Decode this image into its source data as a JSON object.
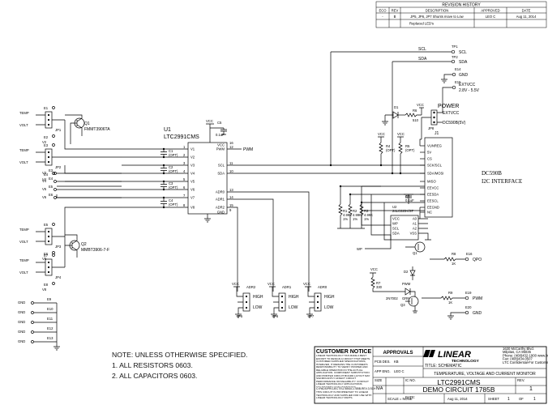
{
  "revision_history": {
    "title": "REVISION HISTORY",
    "columns": [
      "ECO",
      "REV",
      "DESCRIPTION",
      "APPROVED",
      "DATE"
    ],
    "row": {
      "eco": "-",
      "rev": "B",
      "description": "JP5, JP6, JP7 Shunts move to Low",
      "approved": "LEO C",
      "date": "Aug 11, 2014"
    },
    "note": "Replaced LED's"
  },
  "top_right": {
    "scl_label": "SCL",
    "scl_tp": "TP1",
    "sda_label": "SDA",
    "sda_tp": "TP2",
    "gnd_label": "GND",
    "gnd_ref": "E14",
    "extvcc_ref": "E15",
    "extvcc_label": "EXTVCC",
    "extvcc_range": "2.8V - 5.5V",
    "power_title": "POWER",
    "power_ext": "EXTVCC",
    "power_dc": "DC590B(5V)",
    "power_jp": "JP8",
    "d1": "D1",
    "r6": "R6",
    "r6_val": "510",
    "vcc": "VCC",
    "j1": "J1",
    "dc590_line1": "DC590B",
    "dc590_line2": "I2C INTERFACE",
    "j1_pins": [
      "VUNREG",
      "5V",
      "CS",
      "SCK/SCL",
      "SDA/MOSI",
      "MISO",
      "EEVCC",
      "EESDA",
      "EESCL",
      "EEGND",
      "NC"
    ],
    "r4": "R4",
    "r4_opt": "(OPT)",
    "r5": "R5",
    "r5_opt": "(OPT)",
    "scl_net": "SCL",
    "sda_net": "SDA"
  },
  "eeprom": {
    "ref": "U2",
    "part": "24LC025-I/ST",
    "pins_left": [
      "VCC",
      "WP",
      "SCL",
      "SDA"
    ],
    "pins_right": [
      "A0",
      "A1",
      "A2",
      "VSS"
    ],
    "r1": "R1",
    "r1_val": "4.99K",
    "r1_tol": "1%",
    "r2": "R2",
    "r2_val": "4.99K",
    "r2_tol": "1%",
    "r3": "R3",
    "r3_val": "4.99K",
    "r3_tol": "1%",
    "c6": "C6",
    "c6_val": "0.1uF",
    "wp": "WP",
    "q1": "Q1",
    "d2": "D2",
    "vcc": "VCC"
  },
  "right_lower": {
    "e16": "E16",
    "r8": "R8",
    "r8_val": "1K",
    "qpo": "QPO",
    "r7": "R7",
    "r7_val": "330",
    "pwm_led": "PWM",
    "pwm_grn": "GRN",
    "q3": "Q3",
    "q3_part": "2N7002",
    "e19": "E19",
    "pwm": "PWM",
    "r9": "R9",
    "r9_val": "1K",
    "e20": "E20",
    "gnd": "GND",
    "vcc": "VCC"
  },
  "u1": {
    "ref": "U1",
    "part": "LTC2991CMS",
    "left_pins": [
      "V1",
      "V2",
      "V3",
      "V4",
      "V5",
      "V6",
      "V7",
      "V8"
    ],
    "left_nums": [
      "1",
      "2",
      "3",
      "4",
      "5",
      "6",
      "7",
      "8"
    ],
    "right_pins": [
      "VCC",
      "PWM",
      "SCL",
      "SDA",
      "ADR0",
      "ADR1",
      "ADR2",
      "GND"
    ],
    "right_nums": [
      "16",
      "12",
      "11",
      "10",
      "13",
      "14",
      "15",
      "9"
    ],
    "vcc": "VCC",
    "c5": "C5",
    "c5_val": "0.1uF",
    "pwm": "PWM",
    "caps": [
      {
        "ref": "C1",
        "opt": "(OPT)"
      },
      {
        "ref": "C2",
        "opt": "(OPT)"
      },
      {
        "ref": "C3",
        "opt": "(OPT)"
      },
      {
        "ref": "C4",
        "opt": "(OPT)"
      }
    ]
  },
  "left_inputs": {
    "temp": "TEMP",
    "volt": "VOLT",
    "jp1": "JP1",
    "jp2": "JP2",
    "jp3": "JP3",
    "jp4": "JP4",
    "q1": "Q1",
    "q1_part": "FMMT3906TA",
    "q2": "Q2",
    "q2_part": "MMBT3906-7-F",
    "e_top": [
      "E1",
      "E2",
      "E3",
      "E4",
      "E5",
      "E6",
      "E7",
      "E8"
    ],
    "v_labels": [
      "V1",
      "V2",
      "V3",
      "V4",
      "V5",
      "V6",
      "V7",
      "V8"
    ],
    "gnd_refs": [
      "E9",
      "E10",
      "E11",
      "E12",
      "E13"
    ],
    "gnd": "GND"
  },
  "address": {
    "vcc": "VCC",
    "high": "HIGH",
    "low": "LOW",
    "items": [
      {
        "adr": "ADR2",
        "jp": "JP5"
      },
      {
        "adr": "ADR1",
        "jp": "JP6"
      },
      {
        "adr": "ADR0",
        "jp": "JP7"
      }
    ]
  },
  "notes": {
    "header": "NOTE: UNLESS OTHERWISE SPECIFIED.",
    "lines": [
      "1. ALL RESISTORS 0603.",
      "2. ALL CAPACITORS 0603."
    ]
  },
  "title_block": {
    "customer_notice": "CUSTOMER NOTICE",
    "notice_text": "LINEAR TECHNOLOGY HAS MADE A BEST EFFORT TO DESIGN A CIRCUIT THAT MEETS CUSTOMER-SUPPLIED SPECIFICATIONS; HOWEVER, IT REMAINS THE CUSTOMER'S RESPONSIBILITY TO VERIFY PROPER AND RELIABLE OPERATION IN THE ACTUAL APPLICATION. COMPONENT SUBSTITUTION AND PRINTED CIRCUIT BOARD LAYOUT MAY SIGNIFICANTLY AFFECT CIRCUIT PERFORMANCE OR RELIABILITY. CONTACT LINEAR TECHNOLOGY APPLICATIONS ENGINEERING FOR ASSISTANCE.",
    "file_path": "C:\\PADS\\PROJECTS\\1785\\DC1785B-REV-3.SCH",
    "proprietary": "THIS CIRCUIT IS PROPRIETARY TO LINEAR TECHNOLOGY AND SUPPLIED FOR USE WITH LINEAR TECHNOLOGY PARTS.",
    "approvals": "APPROVALS",
    "pcb_des": "PCB DES.",
    "pcb_val": "KB",
    "app_eng": "APP ENG.",
    "app_val": "LEO C",
    "scale": "SCALE = NONE",
    "company_logo": "LINEAR",
    "company_sub": "TECHNOLOGY",
    "address_lines": [
      "1630 McCarthy Blvd.",
      "Milpitas, CA 95035",
      "Phone: (408)432-1900  www.linear.com",
      "Fax: (408)434-0507",
      "LTC Confidential-For Customer Use Only"
    ],
    "title_label": "TITLE: SCHEMATIC",
    "title": "TEMPERATURE, VOLTAGE AND CURRENT MONITOR",
    "size_label": "SIZE",
    "size_val": "N/A",
    "ic_label": "IC NO.",
    "ic_no": "LTC2991CMS",
    "circuit": "DEMO CIRCUIT 1785B",
    "rev_label": "REV.",
    "rev_val": "1",
    "date_label": "DATE:",
    "date_val": "Aug 11, 2014",
    "sheet_label": "SHEET",
    "sheet_val": "1",
    "of_label": "OF",
    "of_val": "1"
  }
}
